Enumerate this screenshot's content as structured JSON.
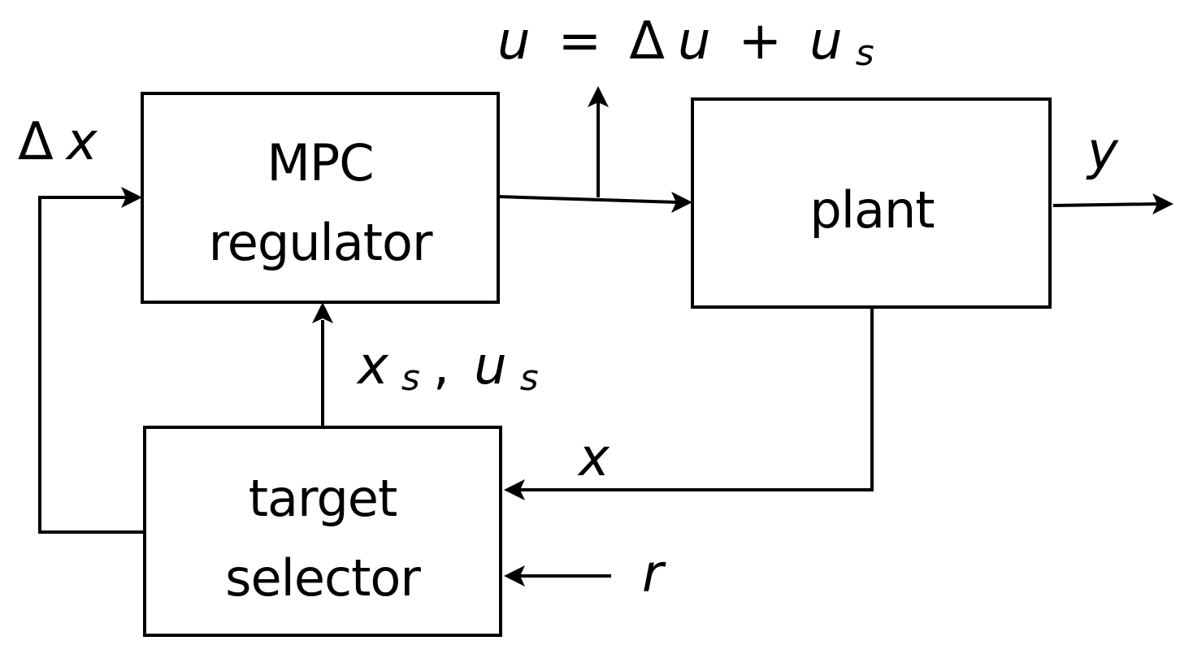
{
  "blocks": {
    "mpc_regulator": {
      "line1": "MPC",
      "line2": "regulator"
    },
    "plant": {
      "label": "plant"
    },
    "target_selector": {
      "line1": "target",
      "line2": "selector"
    }
  },
  "signals": {
    "control": {
      "lhs": "u",
      "equals": "=",
      "delta": "Δ",
      "du": "u",
      "plus": "+",
      "us": "u",
      "us_sub": "s"
    },
    "delta_x": {
      "delta": "Δ",
      "var": "x"
    },
    "output_y": "y",
    "state_x": "x",
    "targets": {
      "xs": "x",
      "xs_sub": "s",
      "comma": ",",
      "us": "u",
      "us_sub": "s"
    },
    "reference": "r"
  }
}
